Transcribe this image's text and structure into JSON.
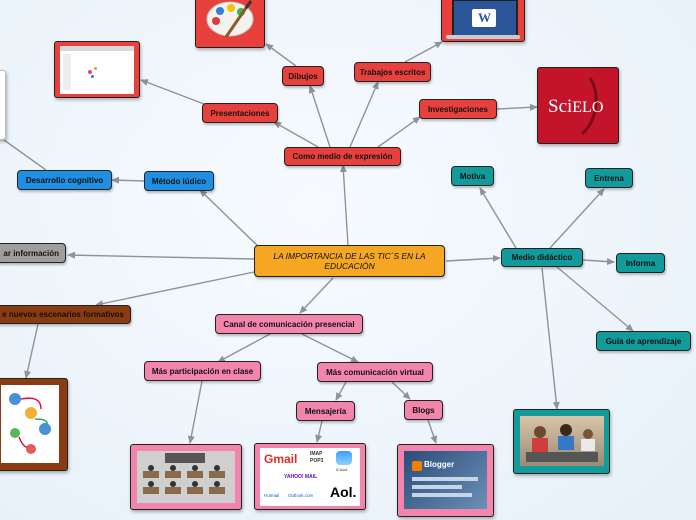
{
  "colors": {
    "center": "#f5a623",
    "red": "#e8413d",
    "blue": "#1f8fe3",
    "gray": "#9e9e9e",
    "brown": "#8a3b10",
    "pink": "#f384ab",
    "teal": "#139b9b",
    "connector": "#8c939a"
  },
  "center": {
    "line1": "LA IMPORTANCIA DE LAS TIC´S EN LA",
    "line2": "EDUCACIÓN"
  },
  "nodes": {
    "como_medio": "Como medio de expresión",
    "presentaciones": "Presentaciones",
    "dibujos": "Dibujos",
    "trabajos": "Trabajos escritos",
    "investigaciones": "Investigaciones",
    "metodo": "Método lúdico",
    "desarrollo": "Desarrollo cognitivo",
    "informacion": "ar información",
    "escenarios": "e nuevos escenarios formativos",
    "canal": "Canal de comunicación presencial",
    "mas_participacion": "Más participación en clase",
    "mas_comunicacion": "Más comunicación virtual",
    "mensajeria": "Mensajería",
    "blogs": "Blogs",
    "medio_didactico": "Medio didáctico",
    "motiva": "Motiva",
    "entrena": "Entrena",
    "informa": "Informa",
    "guia": "Guía de aprendizaje"
  },
  "images": {
    "scielo": {
      "sci": "Sci",
      "elo": "ELO"
    },
    "mail_logos": {
      "gmail": "Gmail",
      "imap": "IMAP",
      "pop3": "POP3",
      "icloud": "iCloud",
      "yahoo": "YAHOO! MAIL",
      "hotmail": "Hotmail",
      "outlook": "Outlook.com",
      "aol": "Aol."
    },
    "blogger": "Blogger",
    "word": "W"
  }
}
